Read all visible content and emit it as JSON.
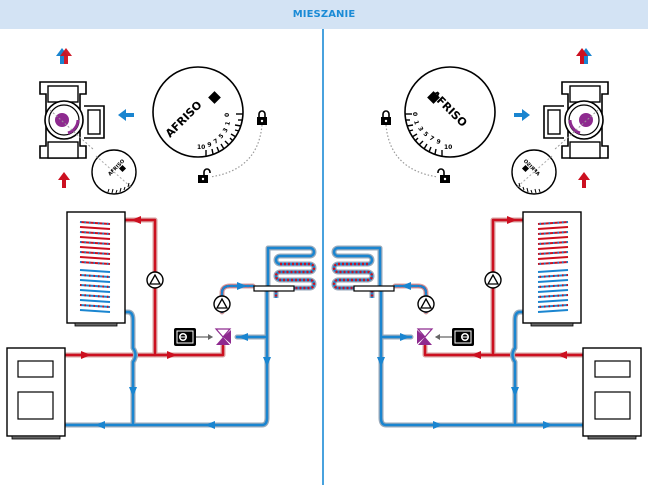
{
  "header": {
    "title": "MIESZANIE"
  },
  "diagram": {
    "brand": "AFRISO",
    "dial_scale": [
      "0",
      "1",
      "3",
      "5",
      "7",
      "9",
      "10"
    ],
    "lock_states": [
      "locked",
      "unlocked"
    ],
    "panels": [
      {
        "side": "left",
        "orientation": "mixing valve inlet from right"
      },
      {
        "side": "right",
        "orientation": "mixing valve inlet from left (mirrored)"
      }
    ],
    "colors": {
      "hot": "#cc1020",
      "cold": "#1a85d0",
      "valve": "#8e2a8f",
      "divider": "#1a8bd6",
      "header_bg": "#d3e3f4",
      "header_text": "#1a8bd6"
    }
  }
}
